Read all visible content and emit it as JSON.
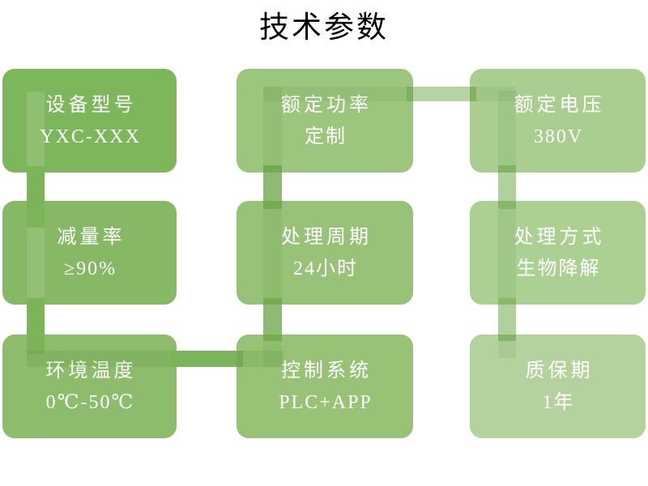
{
  "title": "技术参数",
  "boxes": [
    {
      "label": "设备型号",
      "value": "YXC-XXX",
      "fill": "#7db65b"
    },
    {
      "label": "额定功率",
      "value": "定制",
      "fill": "#9cc67e"
    },
    {
      "label": "额定电压",
      "value": "380V",
      "fill": "#a9ce90"
    },
    {
      "label": "减量率",
      "value": "≥90%",
      "fill": "#86b865"
    },
    {
      "label": "处理周期",
      "value": "24小时",
      "fill": "#98c278"
    },
    {
      "label": "处理方式",
      "value": "生物降解",
      "fill": "#abd092"
    },
    {
      "label": "环境温度",
      "value": "0℃-50℃",
      "fill": "#8cbc6c"
    },
    {
      "label": "控制系统",
      "value": "PLC+APP",
      "fill": "#98c377"
    },
    {
      "label": "质保期",
      "value": "1年",
      "fill": "#b4d29e"
    }
  ],
  "palette": {
    "background": "#ffffff",
    "title_color": "#000000",
    "box_text_color": "#ffffff",
    "connector_solid": "#7cb45a",
    "connector_medium": "rgba(104,164,66,0.75)",
    "connector_light": "rgba(104,164,66,0.52)",
    "connector_faint": "rgba(104,164,66,0.48)",
    "overlay_dark": "rgba(70,125,40,0.10)",
    "overlay_dark_band": "rgba(70,125,40,0.15)",
    "overlay_light": "rgba(255,255,255,0.14)",
    "overlay_light_faint": "rgba(255,255,255,0.10)"
  }
}
